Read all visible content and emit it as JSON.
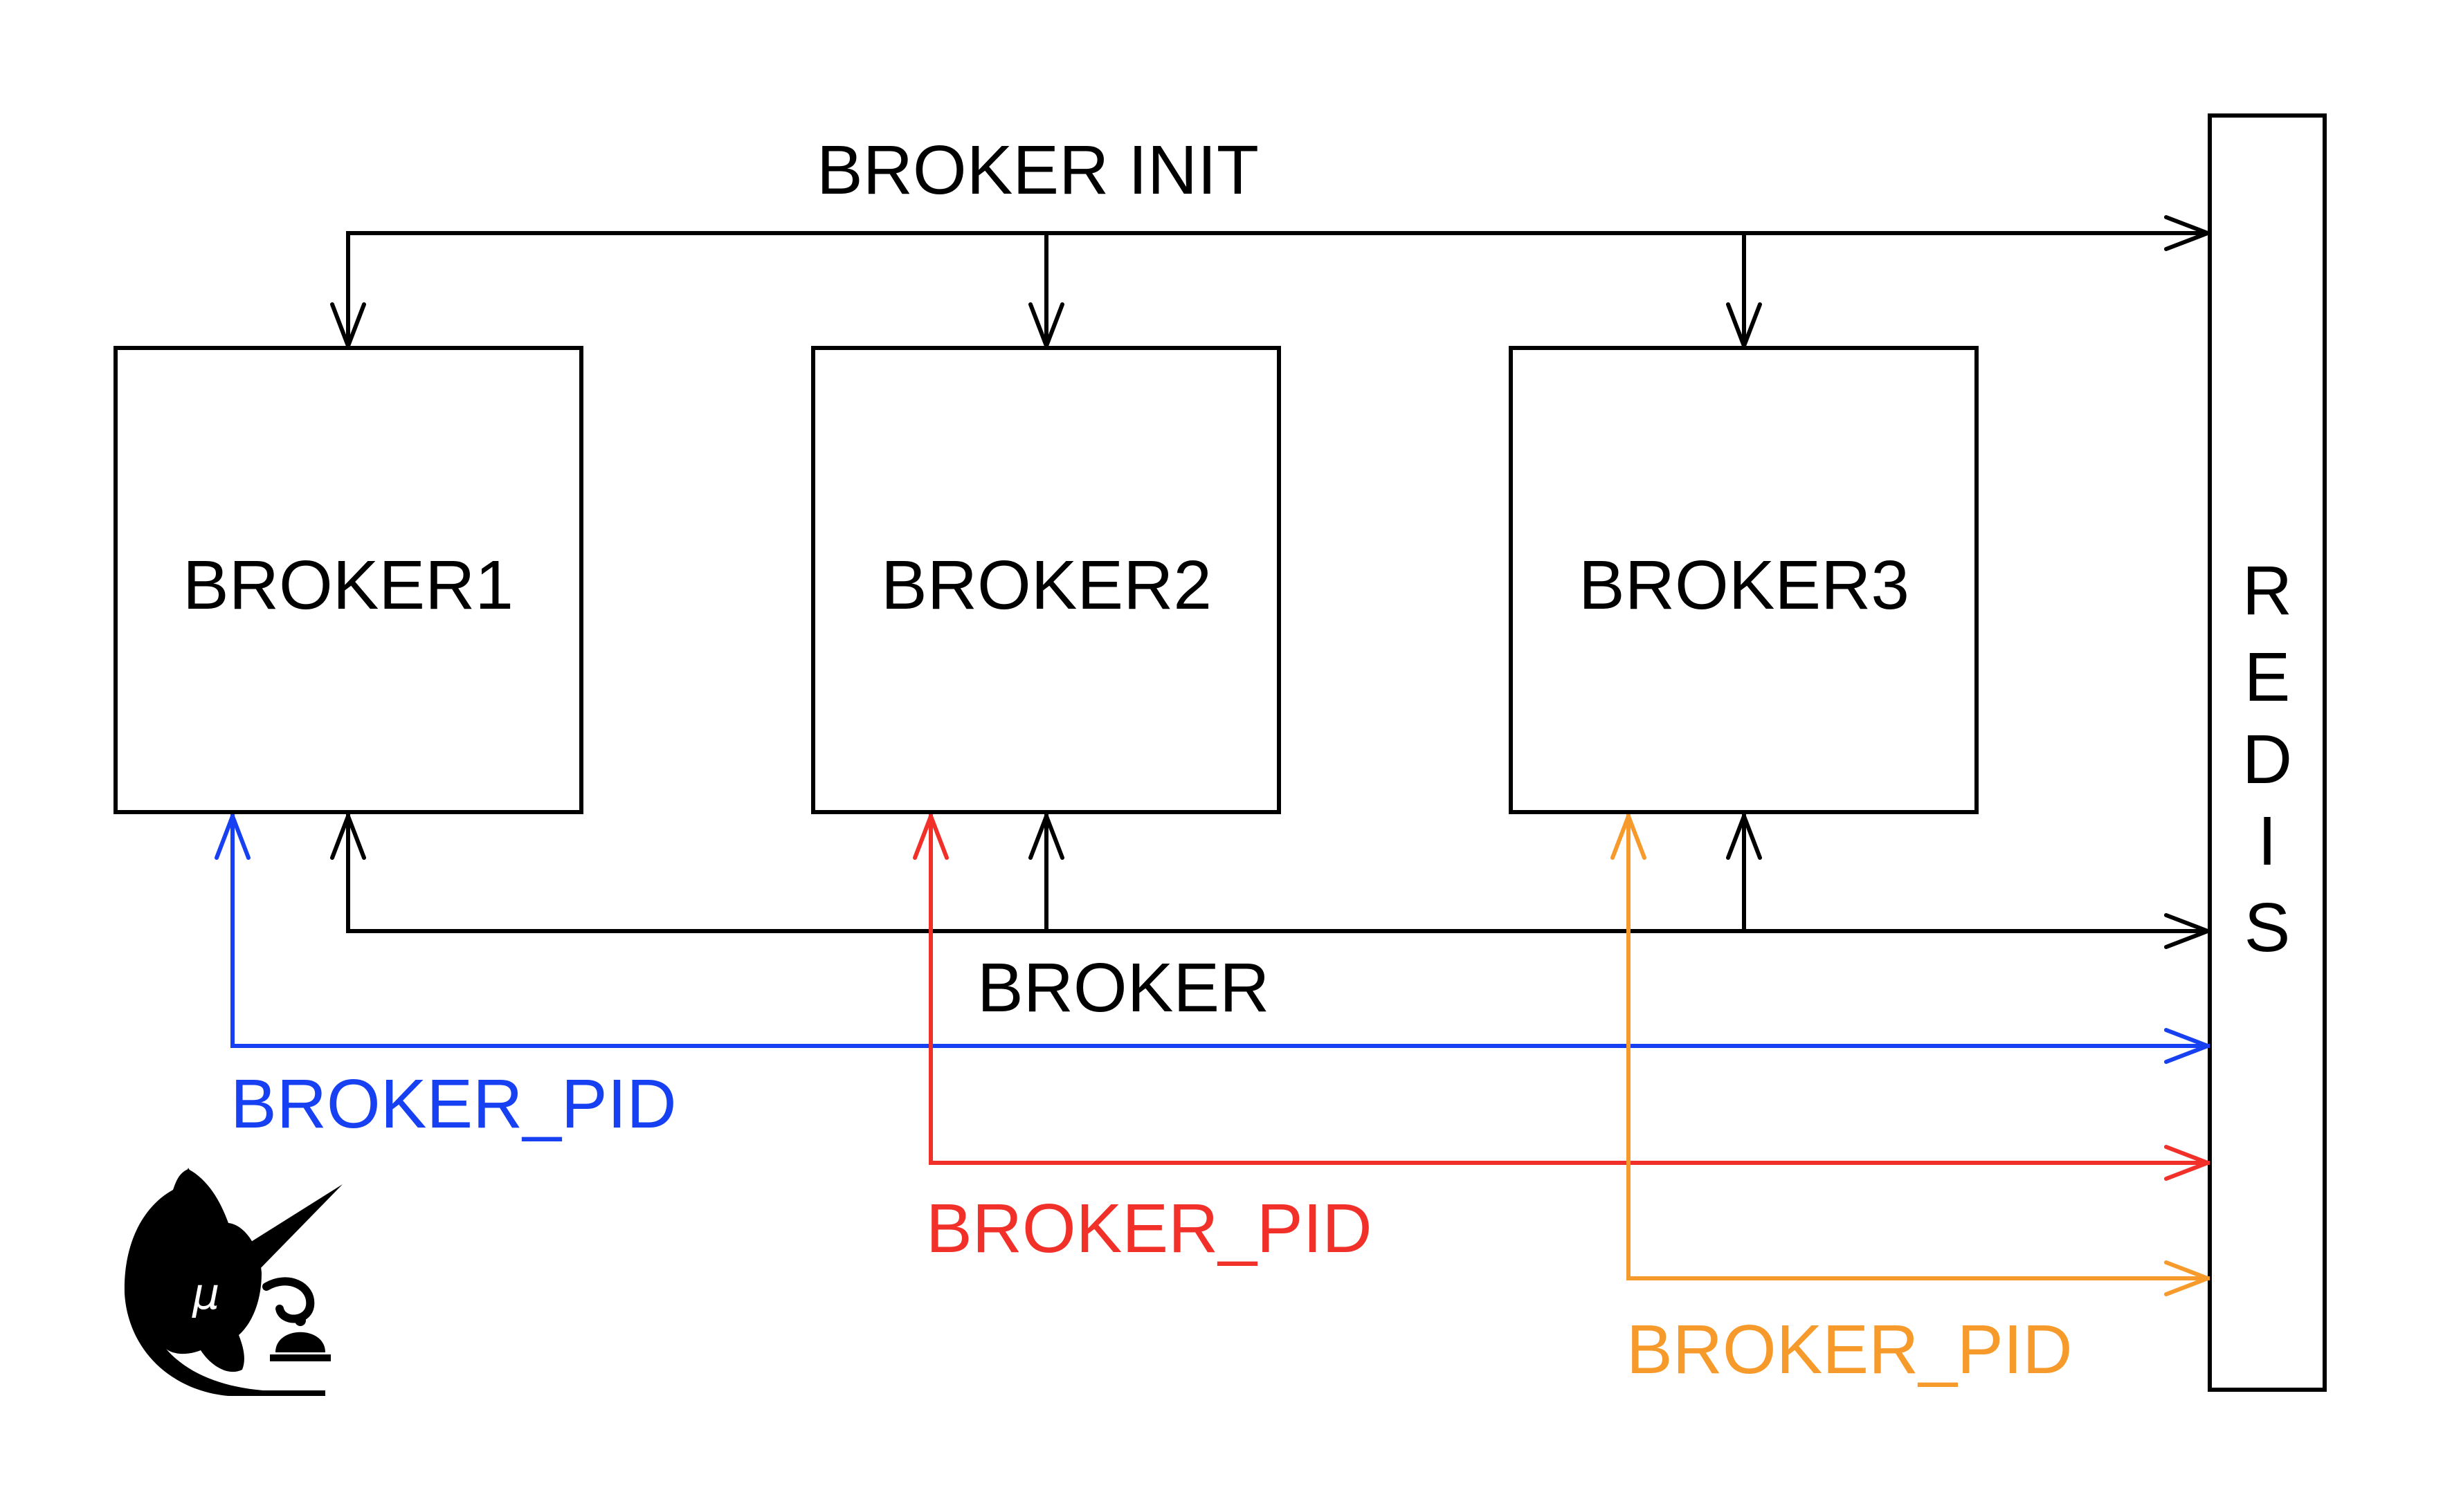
{
  "labels": {
    "broker_init": "BROKER INIT",
    "broker": "BROKER",
    "broker1": "BROKER1",
    "broker2": "BROKER2",
    "broker3": "BROKER3",
    "redis_letters": [
      "R",
      "E",
      "D",
      "I",
      "S"
    ],
    "pid_blue": "BROKER_PID",
    "pid_red": "BROKER_PID",
    "pid_orange": "BROKER_PID"
  },
  "colors": {
    "black": "#000000",
    "blue": "#1740f2",
    "red": "#f2302a",
    "orange": "#f79a2c"
  },
  "icons": {
    "logo": "unicorn-mu-service-bell-logo"
  }
}
